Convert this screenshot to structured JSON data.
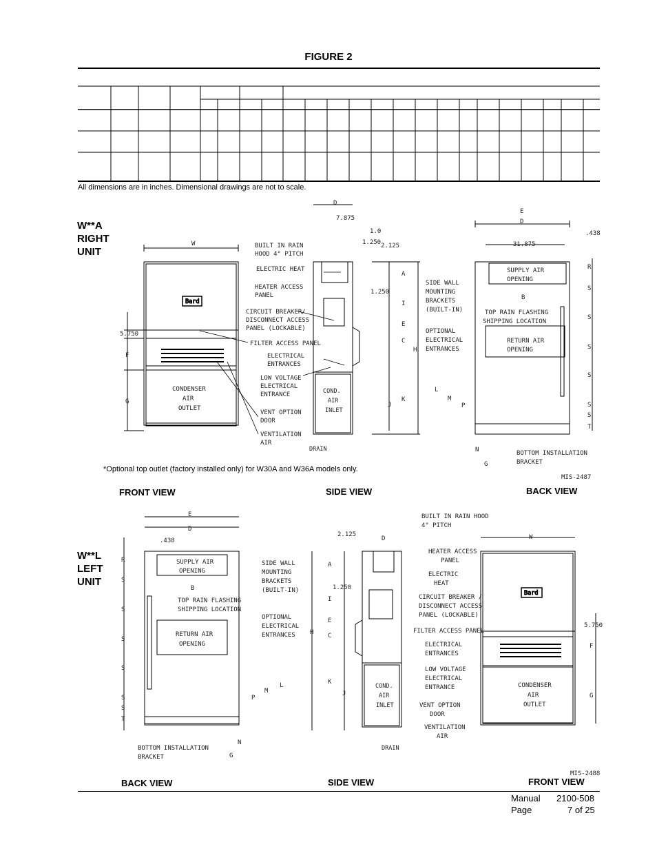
{
  "figure_title": "FIGURE 2",
  "note": "All dimensions are in inches.  Dimensional drawings are not to scale.",
  "footnote": "*Optional top outlet (factory installed only) for W30A and W36A models only.",
  "upper": {
    "unit_label_lines": [
      "W**A",
      "RIGHT",
      "UNIT"
    ],
    "views": [
      "FRONT VIEW",
      "SIDE VIEW",
      "BACK VIEW"
    ],
    "mis": "MIS-2487",
    "front_callouts": [
      "BUILT IN RAIN",
      "HOOD 4° PITCH",
      "ELECTRIC HEAT",
      "HEATER ACCESS",
      "PANEL",
      "CIRCUIT BREAKER/",
      "DISCONNECT ACCESS",
      "PANEL (LOCKABLE)",
      "FILTER ACCESS PANEL",
      "ELECTRICAL",
      "ENTRANCES",
      "LOW VOLTAGE",
      "ELECTRICAL",
      "ENTRANCE",
      "VENT OPTION",
      "DOOR",
      "VENTILATION",
      "AIR"
    ],
    "front_texts": [
      "W",
      "5.750",
      "F",
      "G",
      "CONDENSER",
      "AIR",
      "OUTLET"
    ],
    "side_texts": [
      "D",
      "7.875",
      "1.0",
      "1.250",
      "2.125",
      "1.250",
      "A",
      "I",
      "C",
      "E",
      "H",
      "J",
      "K",
      "COND.",
      "AIR",
      "INLET",
      "DRAIN"
    ],
    "back_texts": [
      "E",
      "D",
      ".438",
      "31.875",
      "SUPPLY AIR",
      "OPENING",
      "B",
      "TOP RAIN FLASHING",
      "SHIPPING LOCATION",
      "RETURN AIR",
      "OPENING",
      "SIDE WALL",
      "MOUNTING",
      "BRACKETS",
      "(BUILT-IN)",
      "OPTIONAL",
      "ELECTRICAL",
      "ENTRANCES",
      "L",
      "M",
      "P",
      "N",
      "G",
      "BOTTOM INSTALLATION",
      "BRACKET",
      "R",
      "S",
      "S",
      "S",
      "S",
      "S",
      "S",
      "T"
    ]
  },
  "lower": {
    "unit_label_lines": [
      "W**L",
      "LEFT",
      "UNIT"
    ],
    "views": [
      "BACK VIEW",
      "SIDE VIEW",
      "FRONT VIEW"
    ],
    "mis": "MIS-2488",
    "back_texts": [
      "E",
      "D",
      ".438",
      "SUPPLY AIR",
      "OPENING",
      "B",
      "TOP RAIN FLASHING",
      "SHIPPING LOCATION",
      "RETURN AIR",
      "OPENING",
      "SIDE WALL",
      "MOUNTING",
      "BRACKETS",
      "(BUILT-IN)",
      "OPTIONAL",
      "ELECTRICAL",
      "ENTRANCES",
      "L",
      "M",
      "P",
      "N",
      "G",
      "BOTTOM INSTALLATION",
      "BRACKET",
      "R",
      "S",
      "S",
      "S",
      "S",
      "S",
      "S",
      "T"
    ],
    "side_texts": [
      "D",
      "2.125",
      "A",
      "1.250",
      "I",
      "C",
      "E",
      "H",
      "K",
      "J",
      "COND.",
      "AIR",
      "INLET",
      "DRAIN"
    ],
    "side_callouts": [
      "BUILT IN RAIN HOOD",
      "4° PITCH",
      "HEATER ACCESS",
      "PANEL",
      "ELECTRIC",
      "HEAT",
      "CIRCUIT BREAKER /",
      "DISCONNECT ACCESS",
      "PANEL (LOCKABLE)",
      "FILTER ACCESS PANEL",
      "ELECTRICAL",
      "ENTRANCES",
      "LOW VOLTAGE",
      "ELECTRICAL",
      "ENTRANCE",
      "VENT OPTION",
      "DOOR",
      "VENTILATION",
      "AIR"
    ],
    "front_texts": [
      "W",
      "5.750",
      "F",
      "G",
      "CONDENSER",
      "AIR",
      "OUTLET"
    ]
  },
  "footer": {
    "manual_label": "Manual",
    "manual_value": "2100-508",
    "page_label": "Page",
    "page_value": "7 of 25"
  }
}
